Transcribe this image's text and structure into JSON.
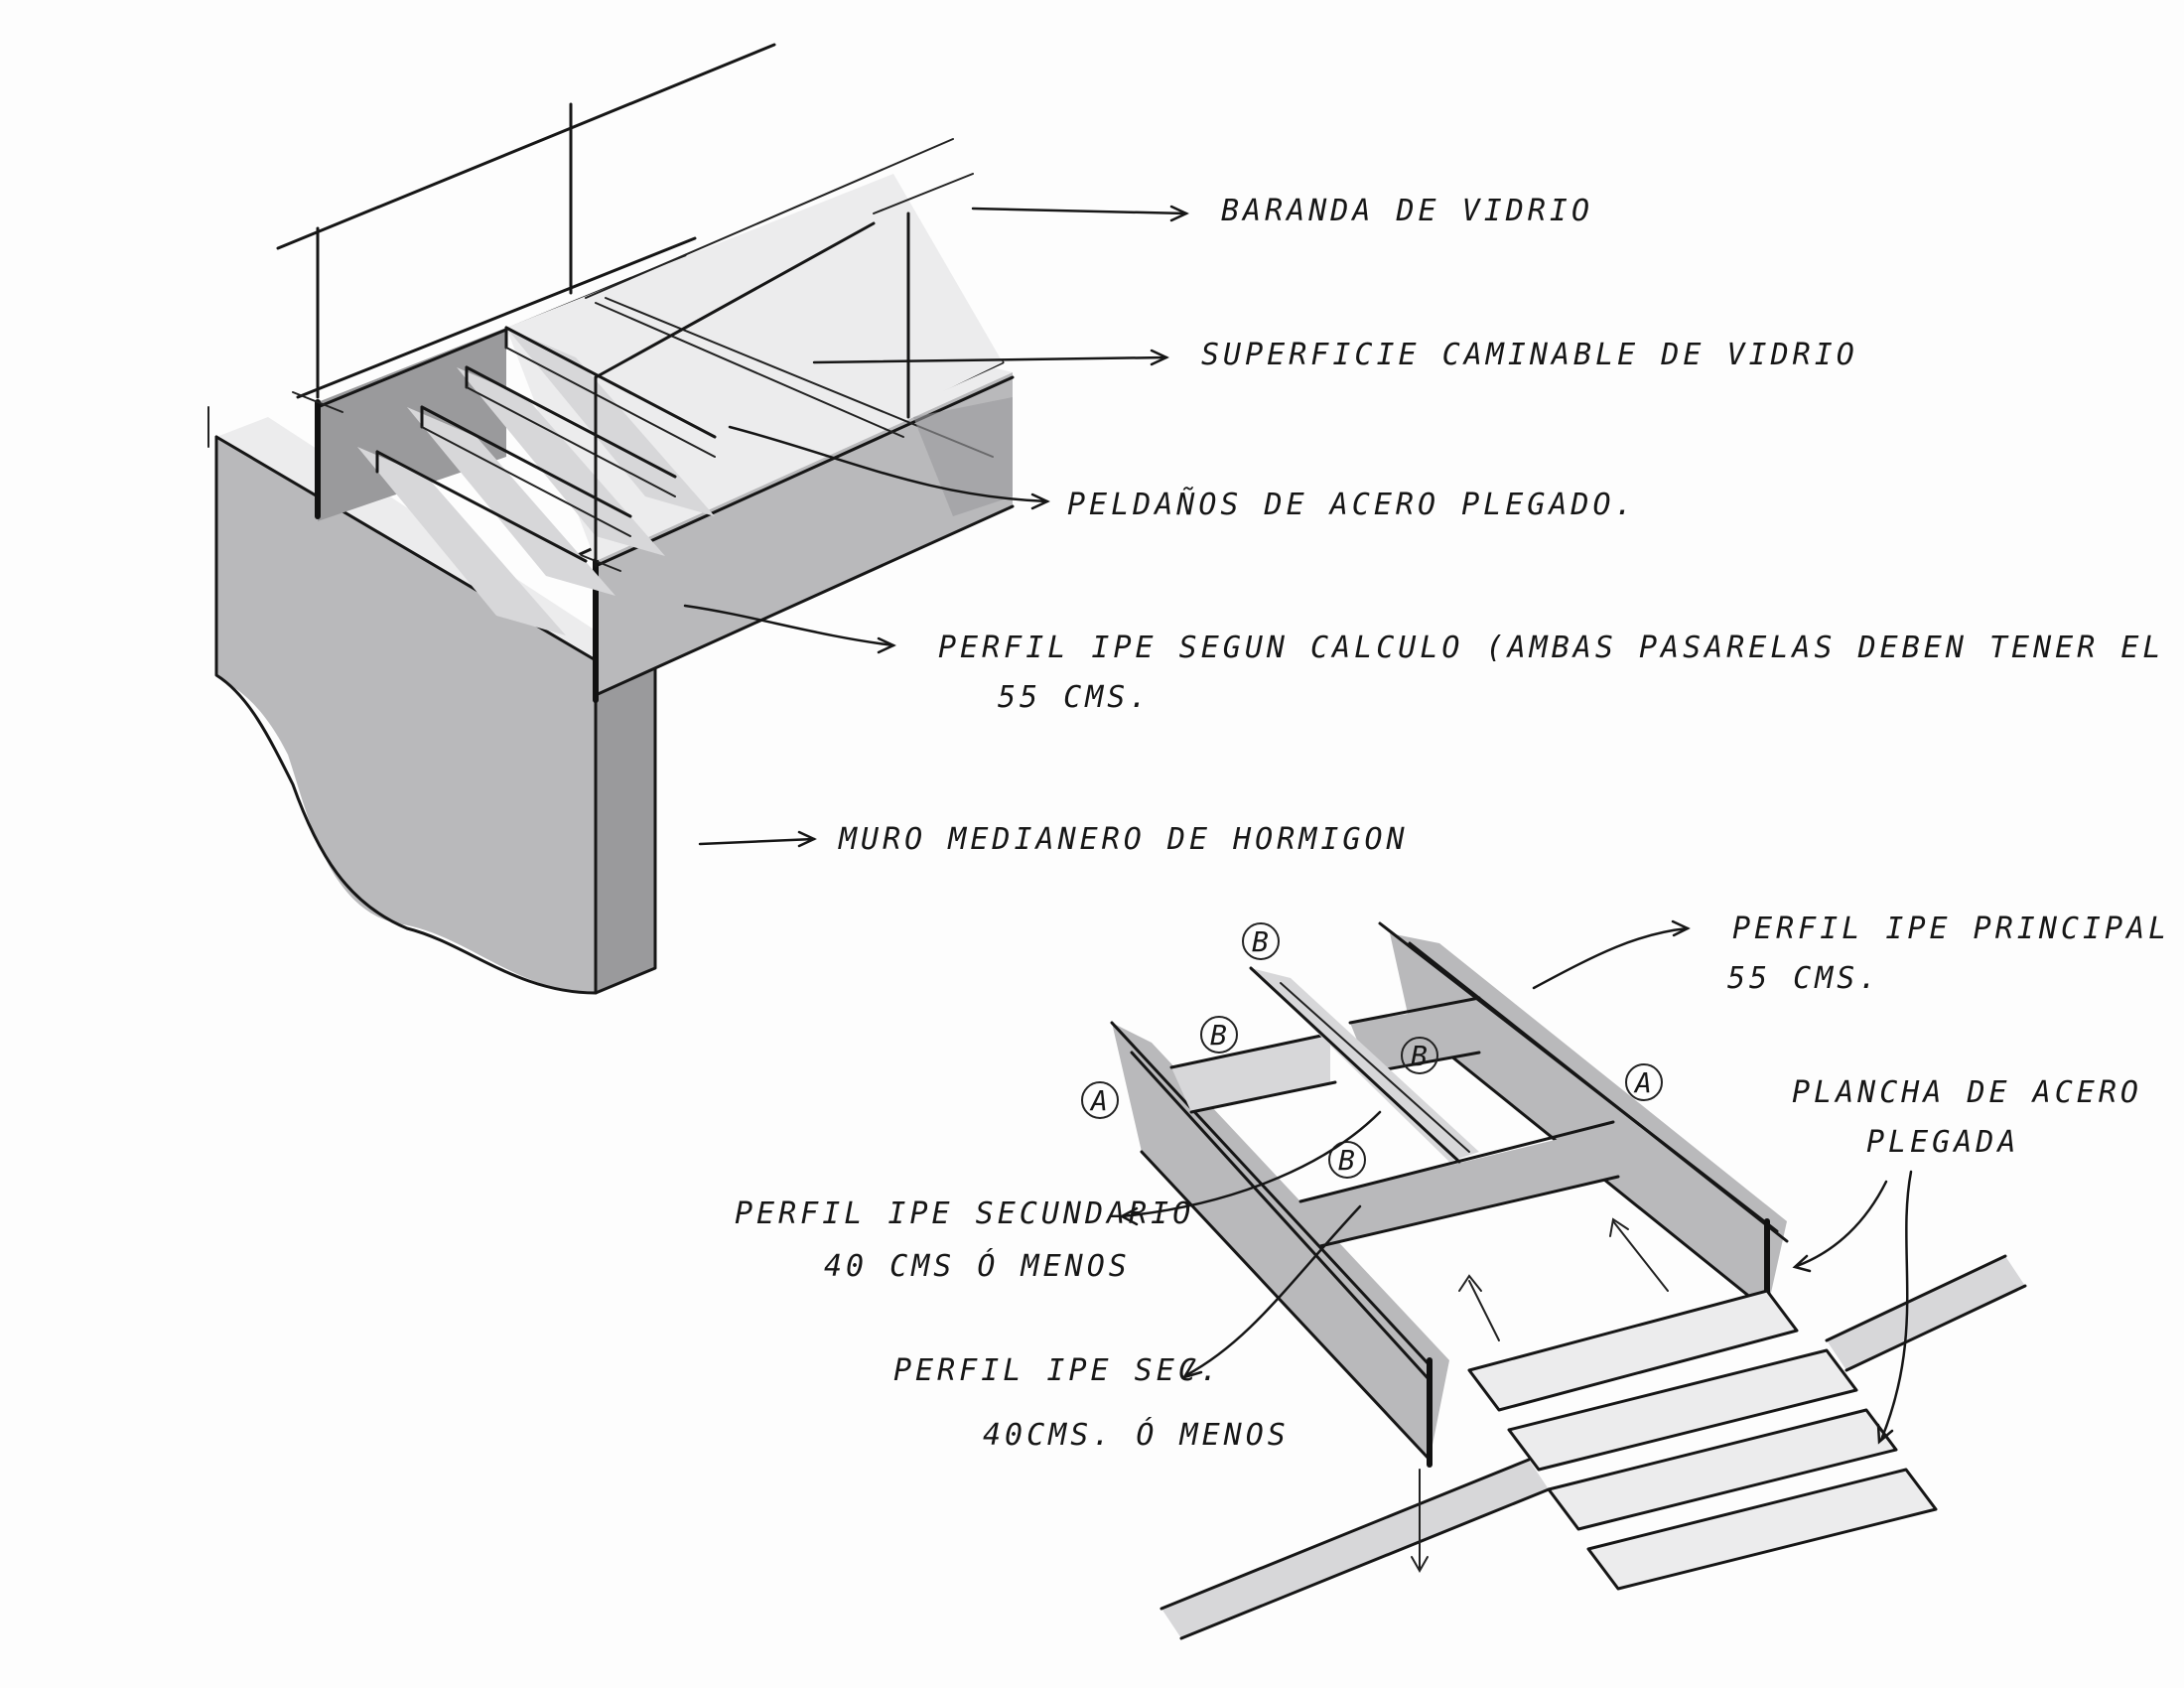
{
  "labels": {
    "baranda": "BARANDA DE VIDRIO",
    "superficie": "SUPERFICIE CAMINABLE DE VIDRIO",
    "peldanos": "PELDAÑOS DE ACERO PLEGADO.",
    "perfil_ipe_calculo": "PERFIL IPE SEGUN CALCULO (AMBAS PASARELAS DEBEN TENER EL MISMO).",
    "perfil_ipe_calculo_dim": "55 CMS.",
    "muro": "MURO MEDIANERO DE HORMIGON",
    "perfil_principal": "PERFIL IPE PRINCIPAL",
    "perfil_principal_dim": "55 CMS.",
    "plancha_line1": "PLANCHA DE ACERO",
    "plancha_line2": "PLEGADA",
    "secundario_line1": "PERFIL IPE SECUNDARIO",
    "secundario_line2": "40 CMS Ó MENOS",
    "sec_line1": "PERFIL IPE SEC.",
    "sec_line2": "40CMS. Ó MENOS"
  },
  "callouts": {
    "a": "A",
    "b": "B"
  }
}
